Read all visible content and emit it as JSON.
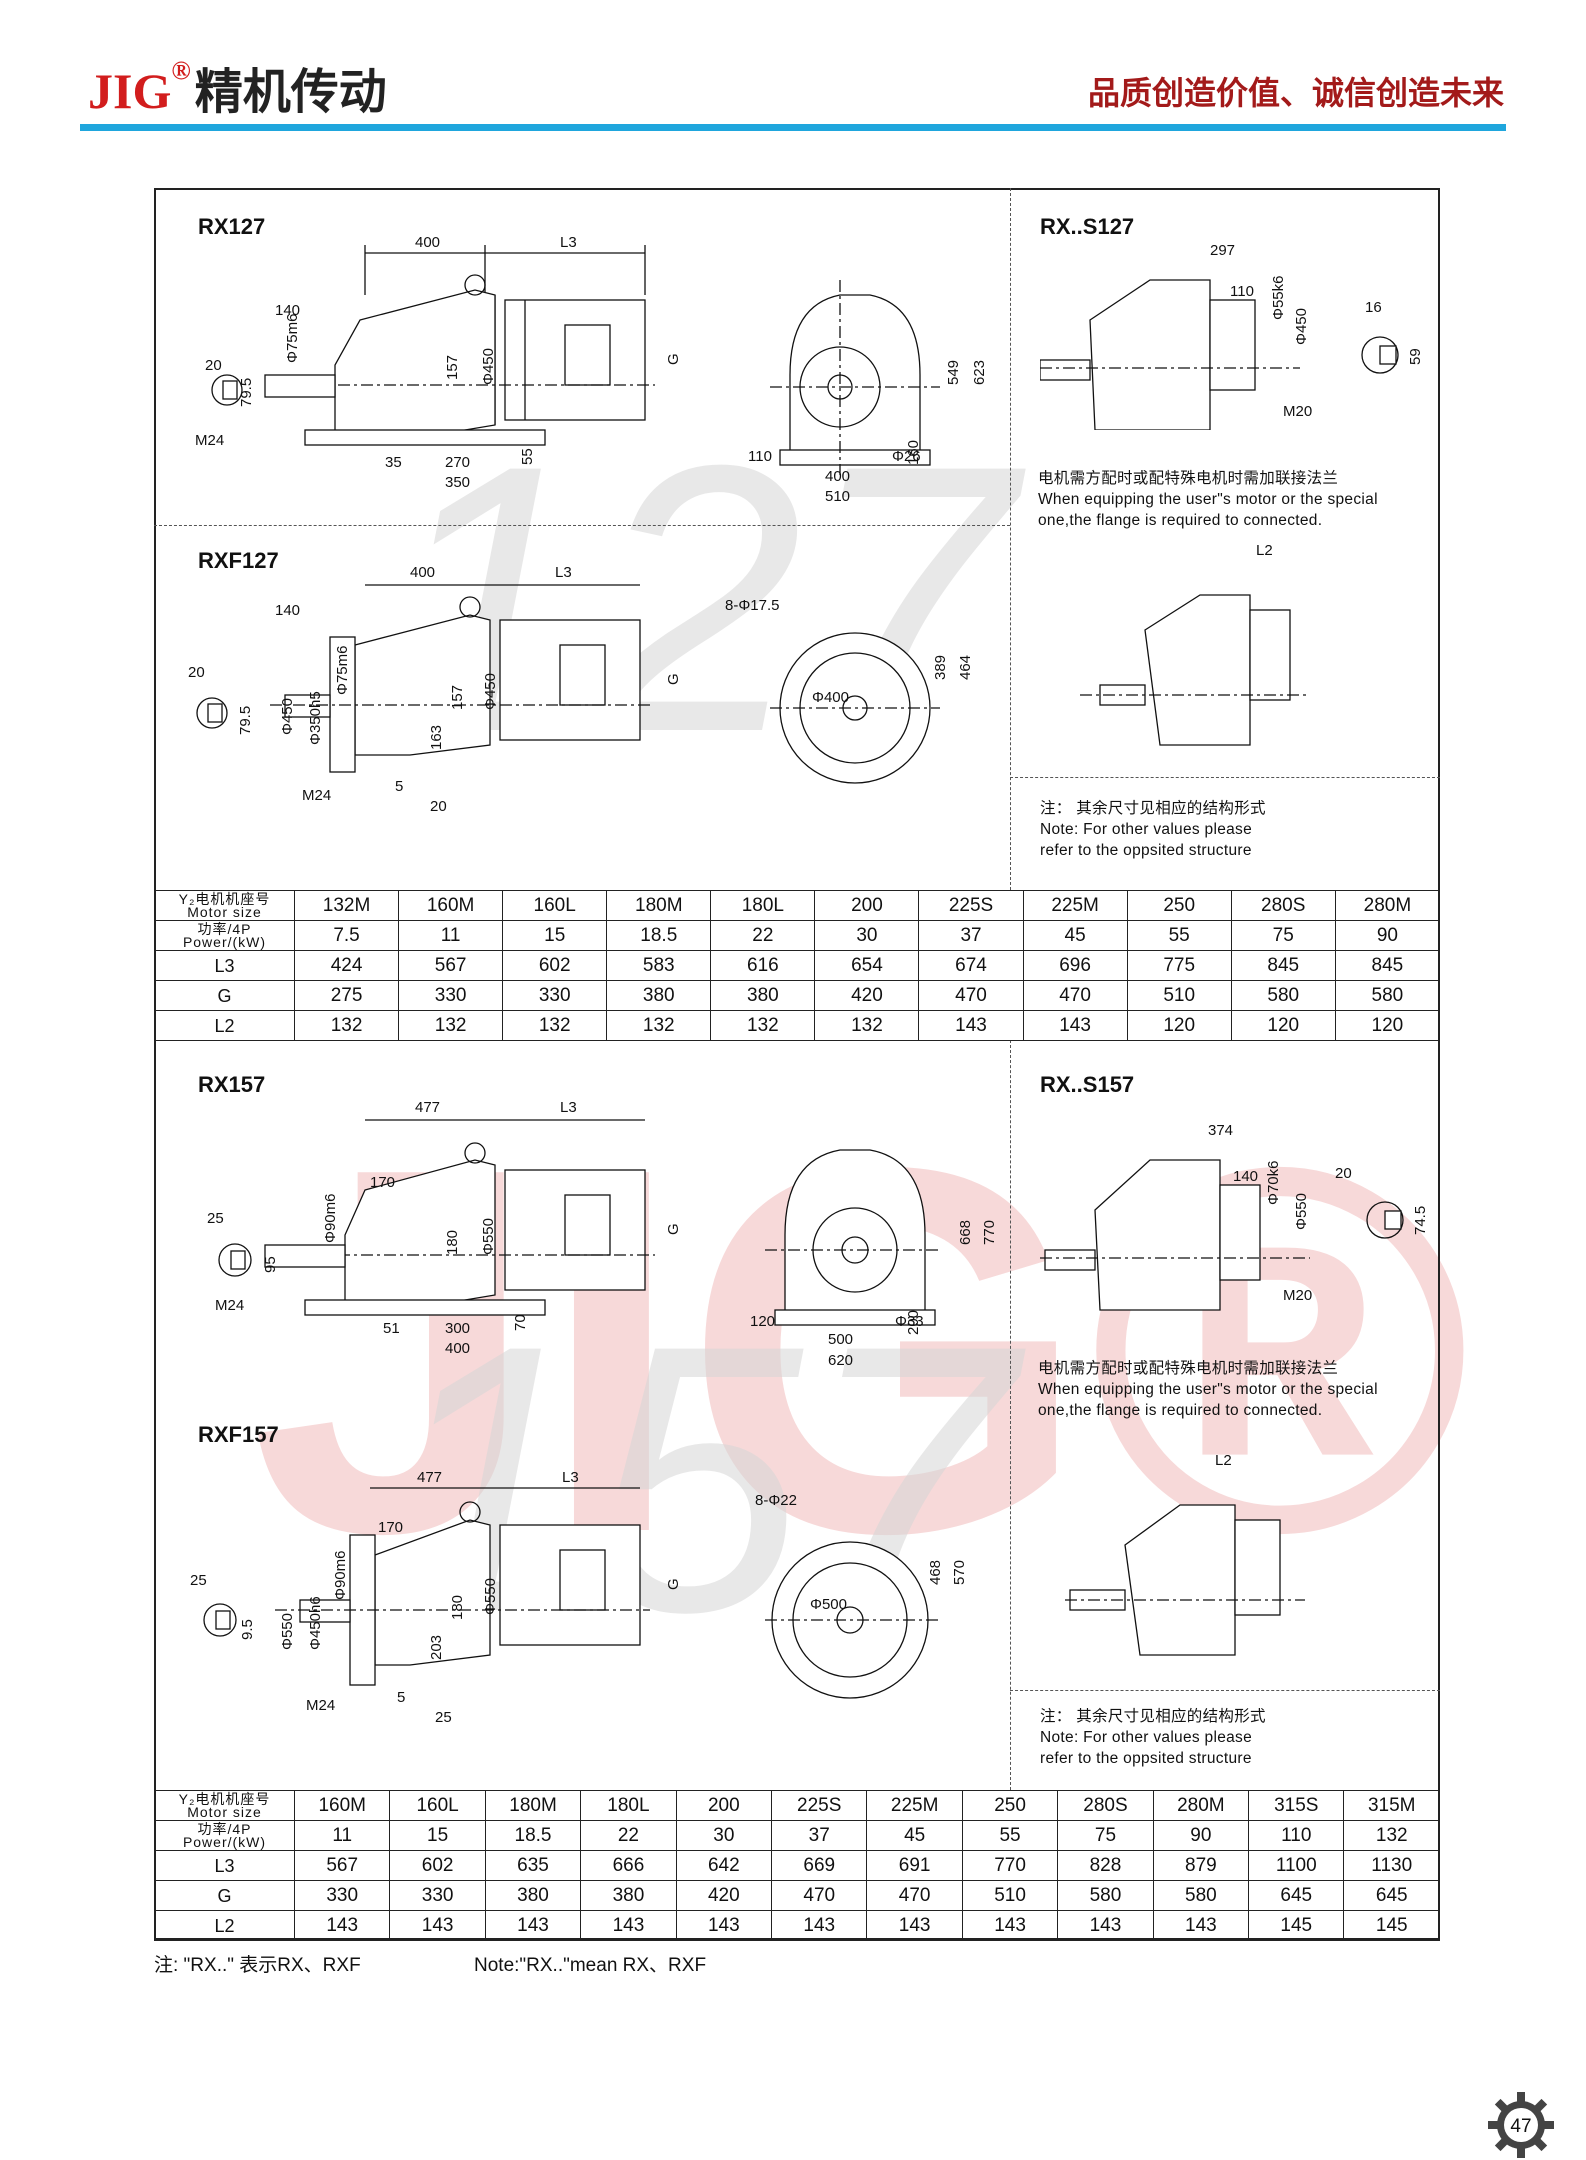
{
  "header": {
    "brand": "JIG",
    "brand_reg": "®",
    "brand_cn": "精机传动",
    "slogan": "品质创造价值、诚信创造未来"
  },
  "watermark": {
    "num_top": "127",
    "num_bottom": "157",
    "letters": "JIG®"
  },
  "section1": {
    "rx_title": "RX127",
    "rxf_title": "RXF127",
    "s_title": "RX..S127",
    "flange_note": [
      "电机需方配时或配特殊电机时需加联接法兰",
      "When equipping the user\"s motor or the special",
      "one,the flange is required to connected."
    ],
    "other_note": [
      "注： 其余尺寸见相应的结构形式",
      "Note: For other values please",
      "refer to the oppsited structure"
    ],
    "dims": {
      "rx": [
        "400",
        "L3",
        "140",
        "20",
        "79.5",
        "Φ75m6",
        "157",
        "Φ450",
        "G",
        "M24",
        "35",
        "270",
        "350",
        "55"
      ],
      "rx_side": [
        "549",
        "623",
        "160",
        "110",
        "Φ26",
        "400",
        "510"
      ],
      "rxf": [
        "400",
        "L3",
        "140",
        "Φ75m6",
        "Φ450",
        "Φ350h5",
        "20",
        "79.5",
        "157",
        "Φ450",
        "G",
        "163",
        "M24",
        "5",
        "20"
      ],
      "rxf_side": [
        "8-Φ17.5",
        "389",
        "464",
        "Φ400"
      ],
      "s": [
        "297",
        "110",
        "Φ55k6",
        "Φ450",
        "16",
        "59",
        "M20",
        "L2"
      ]
    }
  },
  "table1": {
    "header_cn": "Y₂电机机座号",
    "header_en": "Motor size",
    "power_cn": "功率/4P",
    "power_en": "Power/(kW)",
    "labels": [
      "L3",
      "G",
      "L2"
    ],
    "sizes": [
      "132M",
      "160M",
      "160L",
      "180M",
      "180L",
      "200",
      "225S",
      "225M",
      "250",
      "280S",
      "280M"
    ],
    "power": [
      "7.5",
      "11",
      "15",
      "18.5",
      "22",
      "30",
      "37",
      "45",
      "55",
      "75",
      "90"
    ],
    "L3": [
      "424",
      "567",
      "602",
      "583",
      "616",
      "654",
      "674",
      "696",
      "775",
      "845",
      "845"
    ],
    "G": [
      "275",
      "330",
      "330",
      "380",
      "380",
      "420",
      "470",
      "470",
      "510",
      "580",
      "580"
    ],
    "L2": [
      "132",
      "132",
      "132",
      "132",
      "132",
      "132",
      "143",
      "143",
      "120",
      "120",
      "120"
    ]
  },
  "section2": {
    "rx_title": "RX157",
    "rxf_title": "RXF157",
    "s_title": "RX..S157",
    "flange_note": [
      "电机需方配时或配特殊电机时需加联接法兰",
      "When equipping the user\"s motor or the special",
      "one,the flange is required to connected."
    ],
    "other_note": [
      "注： 其余尺寸见相应的结构形式",
      "Note: For other values please",
      "refer to the oppsited structure"
    ],
    "dims": {
      "rx": [
        "477",
        "L3",
        "170",
        "25",
        "95",
        "Φ90m6",
        "180",
        "Φ550",
        "G",
        "M24",
        "51",
        "300",
        "400",
        "70"
      ],
      "rx_side": [
        "668",
        "770",
        "200",
        "120",
        "Φ33",
        "500",
        "620"
      ],
      "rxf": [
        "477",
        "L3",
        "170",
        "Φ90m6",
        "Φ550",
        "Φ450h6",
        "25",
        "9.5",
        "180",
        "Φ550",
        "G",
        "203",
        "M24",
        "5",
        "25"
      ],
      "rxf_side": [
        "8-Φ22",
        "468",
        "570",
        "Φ500"
      ],
      "s": [
        "374",
        "140",
        "Φ70k6",
        "Φ550",
        "20",
        "74.5",
        "M20",
        "L2"
      ]
    }
  },
  "table2": {
    "header_cn": "Y₂电机机座号",
    "header_en": "Motor size",
    "power_cn": "功率/4P",
    "power_en": "Power/(kW)",
    "labels": [
      "L3",
      "G",
      "L2"
    ],
    "sizes": [
      "160M",
      "160L",
      "180M",
      "180L",
      "200",
      "225S",
      "225M",
      "250",
      "280S",
      "280M",
      "315S",
      "315M"
    ],
    "power": [
      "11",
      "15",
      "18.5",
      "22",
      "30",
      "37",
      "45",
      "55",
      "75",
      "90",
      "110",
      "132"
    ],
    "L3": [
      "567",
      "602",
      "635",
      "666",
      "642",
      "669",
      "691",
      "770",
      "828",
      "879",
      "1100",
      "1130"
    ],
    "G": [
      "330",
      "330",
      "380",
      "380",
      "420",
      "470",
      "470",
      "510",
      "580",
      "580",
      "645",
      "645"
    ],
    "L2": [
      "143",
      "143",
      "143",
      "143",
      "143",
      "143",
      "143",
      "143",
      "143",
      "143",
      "145",
      "145"
    ]
  },
  "footer": {
    "note_cn": "注: \"RX..\" 表示RX、RXF",
    "note_en": "Note:\"RX..\"mean RX、RXF",
    "page_number": "47"
  }
}
